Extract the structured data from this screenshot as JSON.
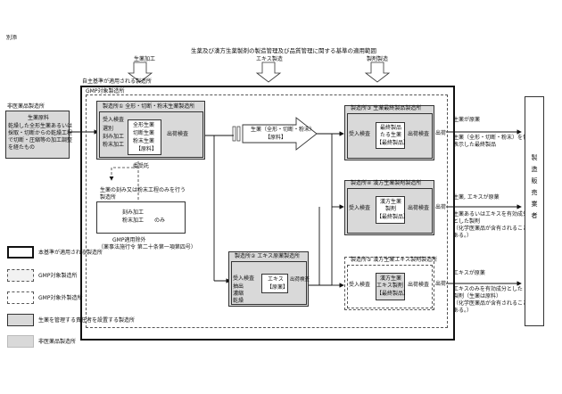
{
  "page_label": "別添",
  "main_title": "生薬及び漢方生薬製剤の製造管理及び品質管理に関する基準の適用範囲",
  "flow": {
    "left": "生薬加工",
    "middle": "エキス製造",
    "right": "製剤製造"
  },
  "region_labels": {
    "standard_applied": "自主基準が適用される製造所",
    "gmp_target": "GMP対象製造所"
  },
  "non_pharma": {
    "title": "非医薬品製造所",
    "raw_material": "生薬原料",
    "desc": [
      "乾燥した全形生薬あるいは",
      "採取・切断からの乾燥工程",
      "で切断・圧縮等の加工調整",
      "を経たもの"
    ]
  },
  "plant1": {
    "title": "製造所① 全形・切断・粉末生薬製造所",
    "steps": [
      "受入検査",
      "選別",
      "刻み加工",
      "粉末加工"
    ],
    "inner": [
      "全形生薬",
      "切断生薬",
      "粉末生薬",
      "【原料】"
    ],
    "ship": "出荷検査"
  },
  "arrow_label": "生薬（全形・切断・粉末）",
  "arrow_label2": "【原料】",
  "entrust": "委受託",
  "gmp_exempt": {
    "lead": [
      "生薬の刻み又は粉末工程のみを行う",
      "製造所"
    ],
    "items": [
      "刻み加工",
      "粉末加工　　のみ"
    ],
    "caption": [
      "GMP適用除外",
      "（薬事法施行令 第二十条第一項第四号）"
    ]
  },
  "plant2": {
    "title": "製造所② エキス原薬製造所",
    "steps": [
      "受入検査",
      "抽出",
      "濃縮",
      "乾燥"
    ],
    "inner": [
      "エキス",
      "【原薬】"
    ],
    "ship": "出荷検査"
  },
  "plant3": {
    "title": "製造所③ 生薬最終製品製造所",
    "receive": "受入検査",
    "inner": [
      "最終製品",
      "たる生薬",
      "【最終製品】"
    ],
    "ship": "出荷検査",
    "out": "出荷"
  },
  "plant4": {
    "title": "製造所④ 漢方生薬製剤製造所",
    "receive": "受入検査",
    "inner": [
      "漢方生薬",
      "製剤",
      "【最終製品】"
    ],
    "ship": "出荷検査",
    "out": "出荷"
  },
  "plant5": {
    "title": "製造所⑤ 漢方生薬エキス製剤製造所",
    "receive": "受入検査",
    "inner": [
      "漢方生薬",
      "エキス製剤",
      "【最終製品】"
    ],
    "ship": "出荷検査",
    "out": "出荷"
  },
  "outputs": {
    "o1_head": "生薬が原薬",
    "o1_desc": [
      "生薬（全形・切断・粉末）を包装・",
      "表示した最終製品"
    ],
    "o2_head": "生薬, エキスが原薬",
    "o2_desc": [
      "生薬あるいはエキスを有効成分",
      "とした製剤",
      "（化学医薬品が含有されることも",
      "ある。）"
    ],
    "o3_head": "エキスが原薬",
    "o3_desc": [
      "エキスのみを有効成分とした",
      "製剤（生薬は原料）",
      "（化学医薬品が含有されることも",
      "ある。）"
    ]
  },
  "seller": "製造販売業者",
  "legend": [
    "本基準が適用される製造所",
    "GMP対象製造所",
    "GMP対象外製造所",
    "生薬を管理する責任者を設置する製造所",
    "非医薬品製造所"
  ]
}
